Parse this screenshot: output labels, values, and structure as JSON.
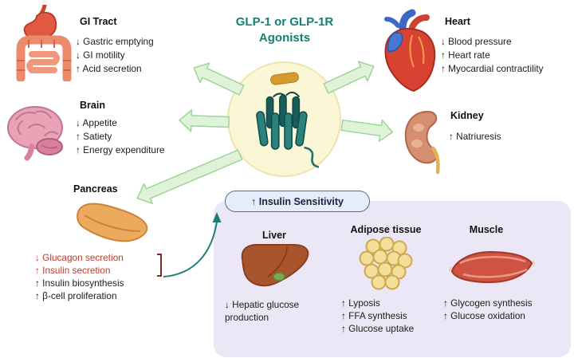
{
  "title": {
    "line1": "GLP-1 or GLP-1R",
    "line2": "Agonists"
  },
  "colors": {
    "title_teal": "#14816f",
    "red_effect_text": "#bf3a2b",
    "arrow_fill": "#dff3d9",
    "arrow_stroke": "#9fd49a",
    "hub_fill": "#fbf6d5",
    "panel_bg": "#ebe7f6",
    "pill_bg": "#e6edfa",
    "pill_border": "#56679c"
  },
  "organs": {
    "gi_tract": {
      "label": "GI Tract",
      "effects": [
        "↓ Gastric emptying",
        "↓ GI motility",
        "↑ Acid secretion"
      ]
    },
    "brain": {
      "label": "Brain",
      "effects": [
        "↓ Appetite",
        "↑ Satiety",
        "↑ Energy expenditure"
      ]
    },
    "pancreas": {
      "label": "Pancreas",
      "effects_red": [
        "↓ Glucagon secretion",
        "↑ Insulin secretion"
      ],
      "effects": [
        "↑ Insulin biosynthesis",
        "↑ β-cell proliferation"
      ]
    },
    "heart": {
      "label": "Heart",
      "effects": [
        "↓ Blood pressure",
        "↑ Heart rate",
        "↑ Myocardial contractility"
      ]
    },
    "kidney": {
      "label": "Kidney",
      "effects": [
        "↑ Natriuresis"
      ]
    }
  },
  "insulin_panel": {
    "title": "↑ Insulin Sensitivity",
    "sections": {
      "liver": {
        "label": "Liver",
        "effects": [
          "↓ Hepatic glucose production"
        ]
      },
      "adipose": {
        "label": "Adipose tissue",
        "effects": [
          "↑ Lyposis",
          "↑ FFA synthesis",
          "↑ Glucose uptake"
        ]
      },
      "muscle": {
        "label": "Muscle",
        "effects": [
          "↑ Glycogen synthesis",
          "↑ Glucose oxidation"
        ]
      }
    }
  }
}
